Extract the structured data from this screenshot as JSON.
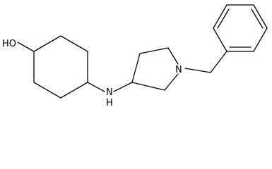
{
  "structure": {
    "atoms": {
      "hydroxyl": "HO",
      "amine": "N",
      "amine_hydrogen": "H",
      "ring_nitrogen": "N"
    },
    "colors": {
      "bond": "#000000",
      "background": "#ffffff"
    }
  }
}
